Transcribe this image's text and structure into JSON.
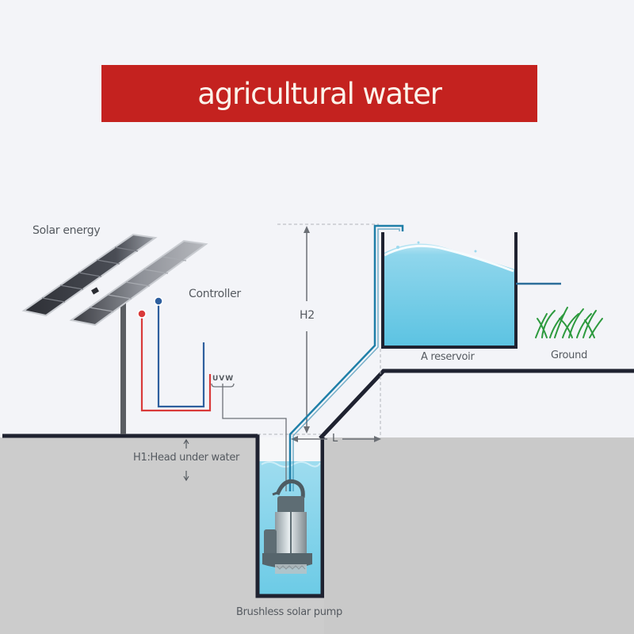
{
  "title": "agricultural water",
  "labels": {
    "solar_energy": "Solar energy",
    "controller": "Controller",
    "uvw": "UVW",
    "h2": "H2",
    "l": "L",
    "reservoir": "A reservoir",
    "ground": "Ground",
    "h1": "H1:Head under water",
    "pump": "Brushless solar pump"
  },
  "colors": {
    "banner": "#c4221f",
    "banner_text": "#fbf3ea",
    "background": "#f3f4f8",
    "ground_fill": "#c9c9c9",
    "wall": "#1f2230",
    "pipe": "#1f7fa8",
    "water": "#7fd0e6",
    "positive_wire": "#d93a3a",
    "negative_wire": "#2e5f9e",
    "grass": "#2d9a3e"
  }
}
